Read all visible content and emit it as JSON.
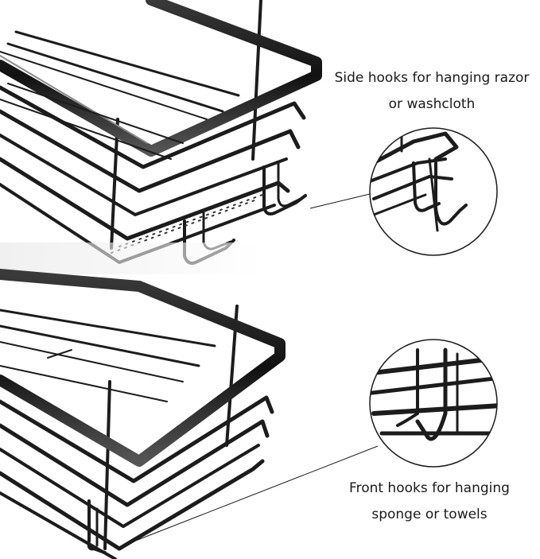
{
  "captions": {
    "side_hooks": {
      "line1": "Side hooks for hanging razor",
      "line2": "or washcloth"
    },
    "front_hooks": {
      "line1": "Front hooks for hanging",
      "line2": "sponge or towels"
    }
  },
  "colors": {
    "metal": "#1c1c1c",
    "highlight": "#9a9a9a",
    "background": "#ffffff"
  }
}
